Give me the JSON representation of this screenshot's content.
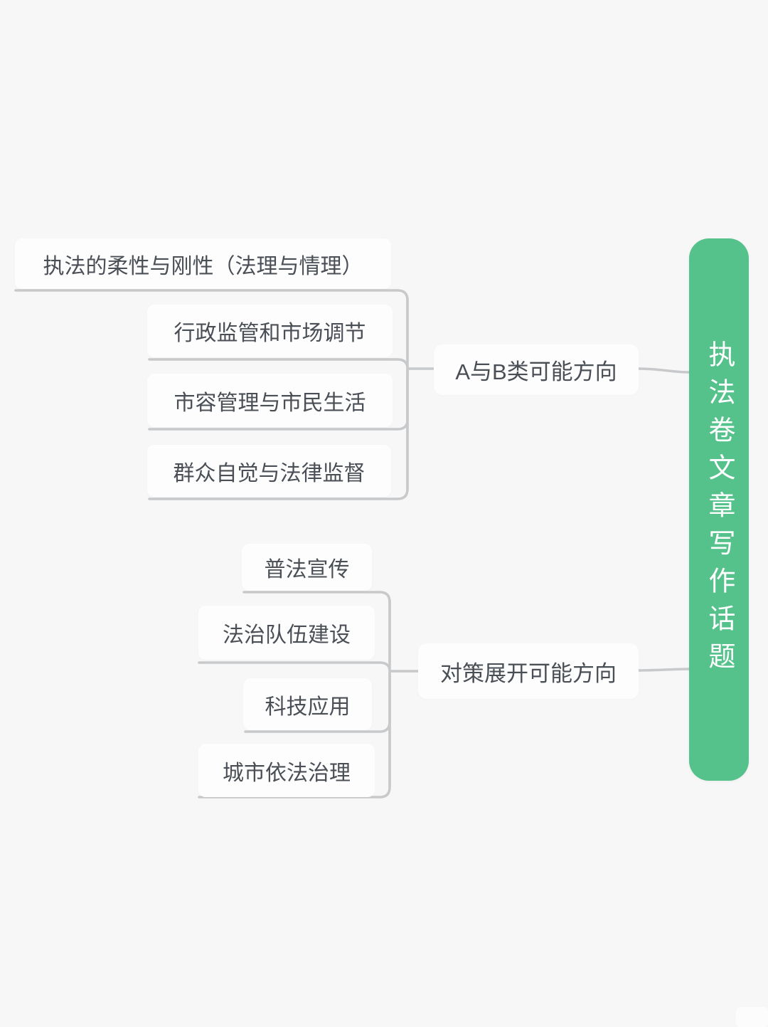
{
  "diagram": {
    "type": "mindmap",
    "root": {
      "label": "执法卷文章写作话题"
    },
    "branches": [
      {
        "label": "A与B类可能方向",
        "children": [
          "执法的柔性与刚性（法理与情理）",
          "行政监管和市场调节",
          "市容管理与市民生活",
          "群众自觉与法律监督"
        ]
      },
      {
        "label": "对策展开可能方向",
        "children": [
          "普法宣传",
          "法治队伍建设",
          "科技应用",
          "城市依法治理"
        ]
      }
    ]
  },
  "colors": {
    "background": "#f7f7f8",
    "node_fill": "#fdfdfe",
    "connector_line": "#c7c9cb",
    "node_text": "#4a4f56",
    "root_fill": "#55c28b",
    "root_text": "#ffffff"
  }
}
